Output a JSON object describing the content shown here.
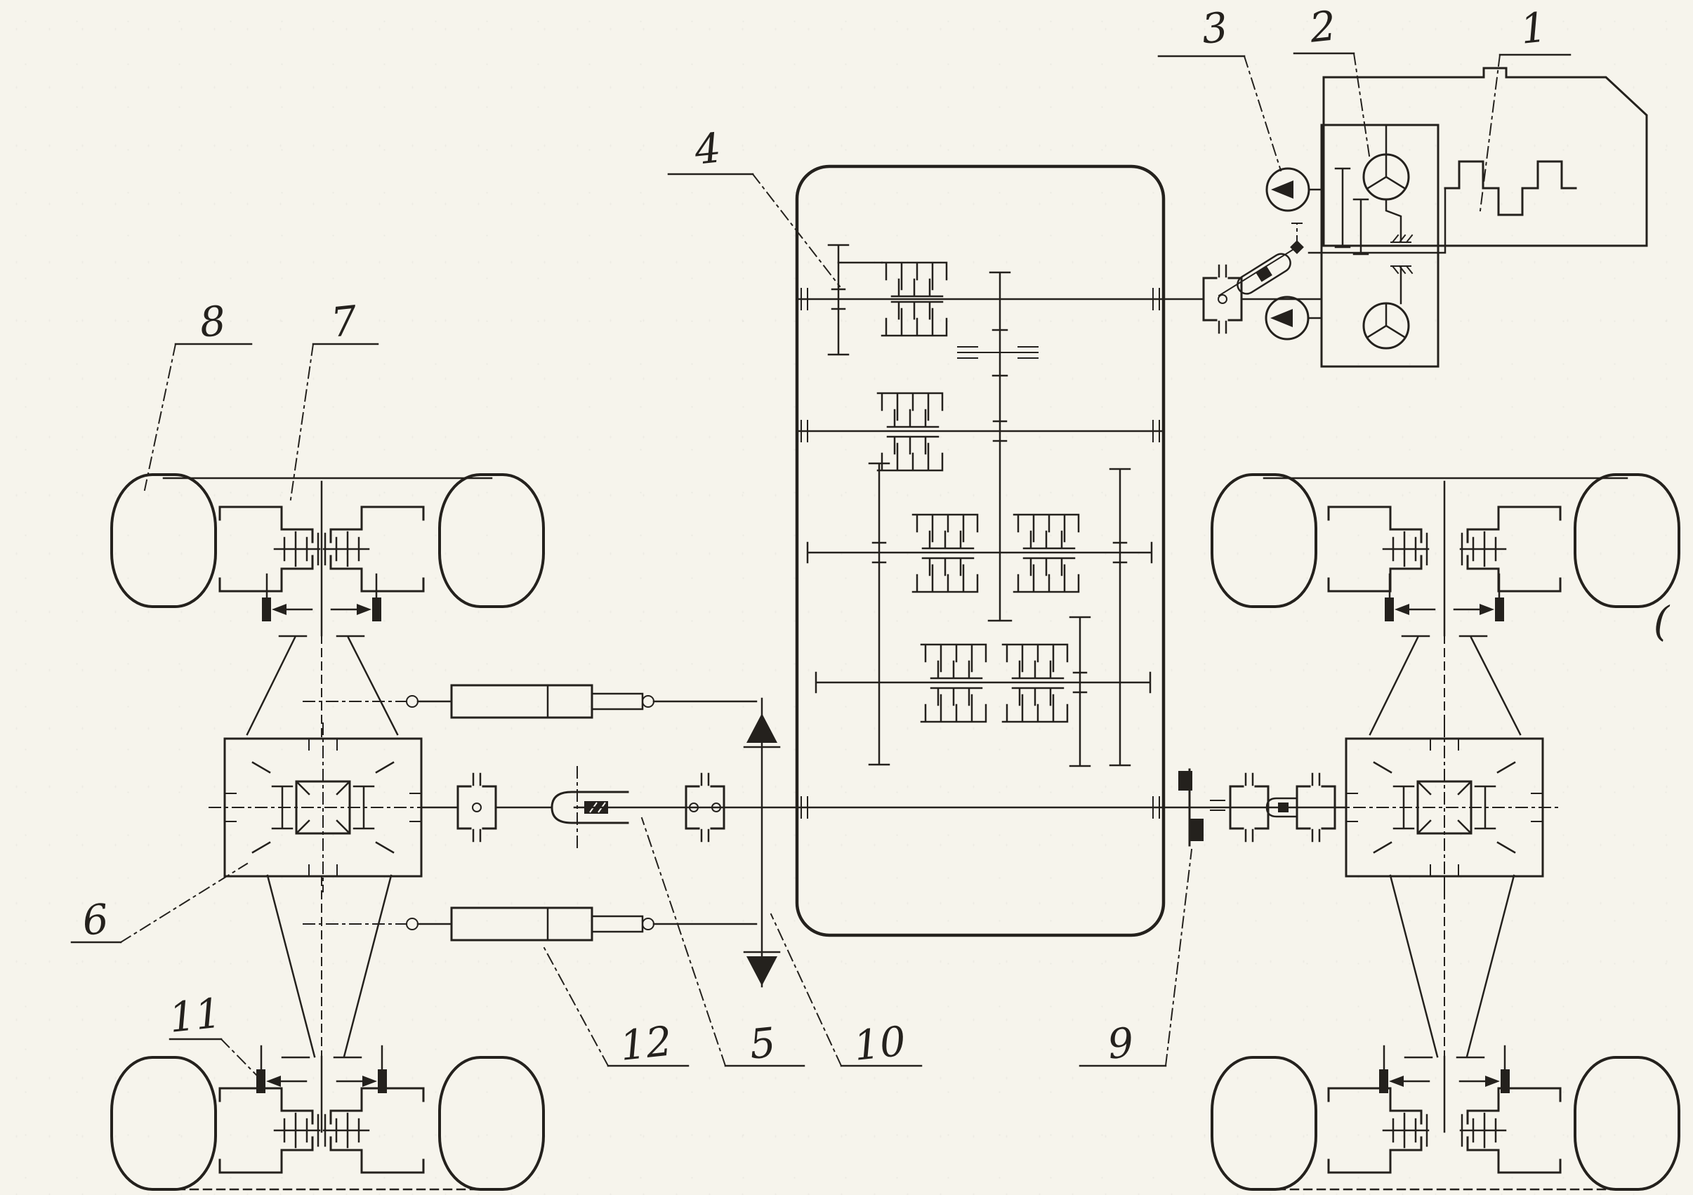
{
  "diagram_type": "vehicle-transmission-kinematic-scheme",
  "colors": {
    "paper": "#f6f4ec",
    "ink": "#24211d"
  },
  "labels": {
    "1": {
      "text": "1",
      "target": "engine"
    },
    "2": {
      "text": "2",
      "target": "hydrostatic-drive-unit"
    },
    "3": {
      "text": "3",
      "target": "hydraulic-pump"
    },
    "4": {
      "text": "4",
      "target": "gearbox"
    },
    "5": {
      "text": "5",
      "target": "slip-joint"
    },
    "6": {
      "text": "6",
      "target": "differential"
    },
    "7": {
      "text": "7",
      "target": "wheel-hub-drive"
    },
    "8": {
      "text": "8",
      "target": "wheel"
    },
    "9": {
      "text": "9",
      "target": "output-brake"
    },
    "10": {
      "text": "10",
      "target": "articulation-axis"
    },
    "11": {
      "text": "11",
      "target": "axle-brake"
    },
    "12": {
      "text": "12",
      "target": "steering-cylinder"
    }
  },
  "stray_mark": {
    "text": "("
  }
}
